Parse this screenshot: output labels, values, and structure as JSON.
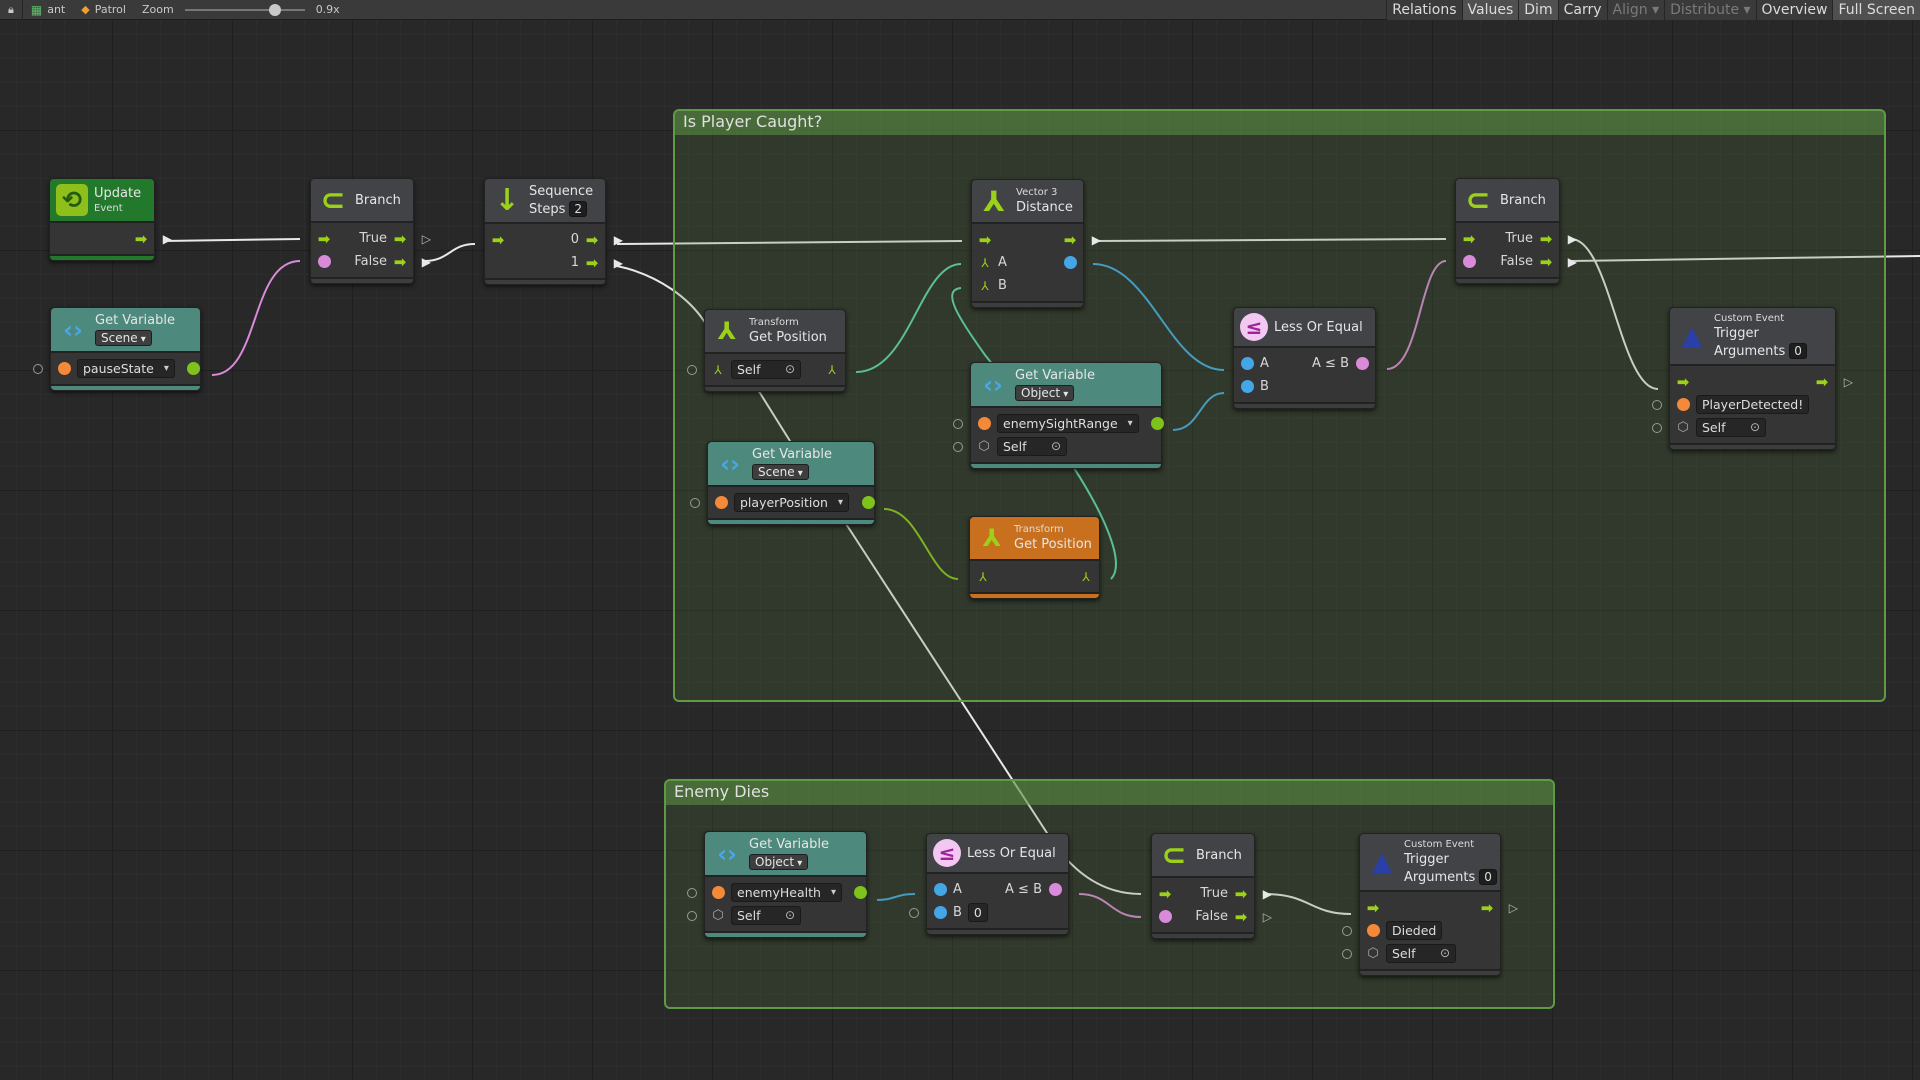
{
  "toolbar": {
    "graph_name": "ant",
    "object_name": "Patrol",
    "zoom_label": "Zoom",
    "zoom_value": "0.9x",
    "zoom_fraction": 0.78,
    "buttons": [
      {
        "label": "Relations",
        "state": "normal"
      },
      {
        "label": "Values",
        "state": "active"
      },
      {
        "label": "Dim",
        "state": "active"
      },
      {
        "label": "Carry",
        "state": "normal"
      },
      {
        "label": "Align ▾",
        "state": "disabled"
      },
      {
        "label": "Distribute ▾",
        "state": "disabled"
      },
      {
        "label": "Overview",
        "state": "normal"
      },
      {
        "label": "Full Screen",
        "state": "active"
      }
    ]
  },
  "groups": [
    {
      "title": "Is Player Caught?"
    },
    {
      "title": "Enemy Dies"
    }
  ],
  "colors": {
    "flow": "#9cd11a",
    "string": "#f5893a",
    "bool": "#7ec21c",
    "float": "#45a6e6",
    "compare": "#d98ad9",
    "vector": "#5fd3b0"
  },
  "nodes": [
    {
      "id": "update-event",
      "head": "green",
      "icon": "update-loop-icon",
      "lines": [
        {
          "text": "Update"
        },
        {
          "text": "Event",
          "small": true
        }
      ],
      "rows": [
        {
          "out": "flow",
          "outer": "tri"
        }
      ]
    },
    {
      "id": "branch-1",
      "head": "gray",
      "icon": "branch-icon",
      "lines": [
        {
          "text": "Branch"
        }
      ],
      "rows": [
        {
          "in": "flow",
          "rlabel": "True",
          "out": "flow",
          "outer": "tri-hollow"
        },
        {
          "in": "compare",
          "rlabel": "False",
          "out": "flow",
          "outer": "tri"
        }
      ]
    },
    {
      "id": "sequence",
      "head": "gray",
      "icon": "sequence-arrow-icon",
      "lines": [
        {
          "text": "Sequence"
        },
        {
          "text": "Steps",
          "box": "2"
        }
      ],
      "rows": [
        {
          "in": "flow",
          "rlabel": "0",
          "out": "flow",
          "outer": "tri"
        },
        {
          "rlabel": "1",
          "out": "flow",
          "outer": "tri"
        }
      ]
    },
    {
      "id": "get-variable-pause",
      "head": "teal",
      "icon": "scene-variable-icon",
      "lines": [
        {
          "text": "Get Variable"
        },
        {
          "dd": "Scene"
        }
      ],
      "rows": [
        {
          "ext": true,
          "in": "string",
          "field": {
            "kind": "dd",
            "value": "pauseState"
          },
          "out": "bool"
        }
      ]
    },
    {
      "id": "vector3-distance",
      "head": "gray",
      "icon": "vector3-axes-icon",
      "lines": [
        {
          "text": "Vector 3",
          "small": true
        },
        {
          "text": "Distance"
        }
      ],
      "rows": [
        {
          "in": "flow",
          "out": "flow",
          "outer": "tri"
        },
        {
          "in": "vector",
          "label": "A",
          "out": "float"
        },
        {
          "in": "vector",
          "label": "B"
        }
      ]
    },
    {
      "id": "transform-get-position-self",
      "head": "gray",
      "icon": "transform-icon",
      "lines": [
        {
          "text": "Transform",
          "small": true
        },
        {
          "text": "Get Position"
        }
      ],
      "rows": [
        {
          "ext": true,
          "in": "axis",
          "field": {
            "kind": "target",
            "value": "Self"
          },
          "out": "vector"
        }
      ]
    },
    {
      "id": "get-variable-sight-range",
      "head": "teal",
      "icon": "object-variable-icon",
      "lines": [
        {
          "text": "Get Variable"
        },
        {
          "dd": "Object"
        }
      ],
      "rows": [
        {
          "ext": true,
          "in": "string",
          "field": {
            "kind": "dd",
            "value": "enemySightRange"
          },
          "out": "bool"
        },
        {
          "ext": true,
          "in": "cube",
          "field": {
            "kind": "target",
            "value": "Self"
          }
        }
      ]
    },
    {
      "id": "get-variable-player-position",
      "head": "teal",
      "icon": "scene-variable-icon",
      "lines": [
        {
          "text": "Get Variable"
        },
        {
          "dd": "Scene"
        }
      ],
      "rows": [
        {
          "ext": true,
          "in": "string",
          "field": {
            "kind": "dd",
            "value": "playerPosition"
          },
          "out": "bool"
        }
      ]
    },
    {
      "id": "transform-get-position-player",
      "head": "orange",
      "icon": "transform-icon",
      "lines": [
        {
          "text": "Transform",
          "small": true
        },
        {
          "text": "Get Position"
        }
      ],
      "rows": [
        {
          "in": "axis",
          "out": "vector"
        }
      ]
    },
    {
      "id": "less-or-equal-1",
      "head": "gray",
      "icon": "less-or-equal-icon",
      "lines": [
        {
          "text": "Less Or Equal"
        }
      ],
      "rows": [
        {
          "in": "float",
          "label": "A",
          "rlabel": "A ≤ B",
          "out": "compare"
        },
        {
          "in": "float",
          "label": "B"
        }
      ]
    },
    {
      "id": "branch-2",
      "head": "gray",
      "icon": "branch-icon",
      "lines": [
        {
          "text": "Branch"
        }
      ],
      "rows": [
        {
          "in": "flow",
          "rlabel": "True",
          "out": "flow",
          "outer": "tri"
        },
        {
          "in": "compare",
          "rlabel": "False",
          "out": "flow",
          "outer": "tri"
        }
      ]
    },
    {
      "id": "custom-event-player-detected",
      "head": "gray",
      "icon": "wizard-hat-icon",
      "lines": [
        {
          "text": "Custom Event",
          "small": true
        },
        {
          "text": "Trigger"
        },
        {
          "text": "Arguments",
          "box": "0"
        }
      ],
      "rows": [
        {
          "in": "flow",
          "out": "flow",
          "outer": "tri-hollow"
        },
        {
          "ext": true,
          "in": "string",
          "field": {
            "kind": "box",
            "value": "PlayerDetected!"
          }
        },
        {
          "ext": true,
          "in": "cube",
          "field": {
            "kind": "target",
            "value": "Self"
          }
        }
      ]
    },
    {
      "id": "get-variable-enemy-health",
      "head": "teal",
      "icon": "object-variable-icon",
      "lines": [
        {
          "text": "Get Variable"
        },
        {
          "dd": "Object"
        }
      ],
      "rows": [
        {
          "ext": true,
          "in": "string",
          "field": {
            "kind": "dd",
            "value": "enemyHealth"
          },
          "out": "bool"
        },
        {
          "ext": true,
          "in": "cube",
          "field": {
            "kind": "target",
            "value": "Self"
          }
        }
      ]
    },
    {
      "id": "less-or-equal-2",
      "head": "gray",
      "icon": "less-or-equal-icon",
      "lines": [
        {
          "text": "Less Or Equal"
        }
      ],
      "rows": [
        {
          "in": "float",
          "label": "A",
          "rlabel": "A ≤ B",
          "out": "compare"
        },
        {
          "ext": true,
          "in": "float",
          "label": "B",
          "field": {
            "kind": "box",
            "value": "0"
          }
        }
      ]
    },
    {
      "id": "branch-3",
      "head": "gray",
      "icon": "branch-icon",
      "lines": [
        {
          "text": "Branch"
        }
      ],
      "rows": [
        {
          "in": "flow",
          "rlabel": "True",
          "out": "flow",
          "outer": "tri"
        },
        {
          "in": "compare",
          "rlabel": "False",
          "out": "flow",
          "outer": "tri-hollow"
        }
      ]
    },
    {
      "id": "custom-event-died",
      "head": "gray",
      "icon": "wizard-hat-icon",
      "lines": [
        {
          "text": "Custom Event",
          "small": true
        },
        {
          "text": "Trigger"
        },
        {
          "text": "Arguments",
          "box": "0"
        }
      ],
      "rows": [
        {
          "in": "flow",
          "out": "flow",
          "outer": "tri-hollow"
        },
        {
          "ext": true,
          "in": "string",
          "field": {
            "kind": "box",
            "value": "Dieded"
          }
        },
        {
          "ext": true,
          "in": "cube",
          "field": {
            "kind": "target",
            "value": "Self"
          }
        }
      ]
    }
  ]
}
